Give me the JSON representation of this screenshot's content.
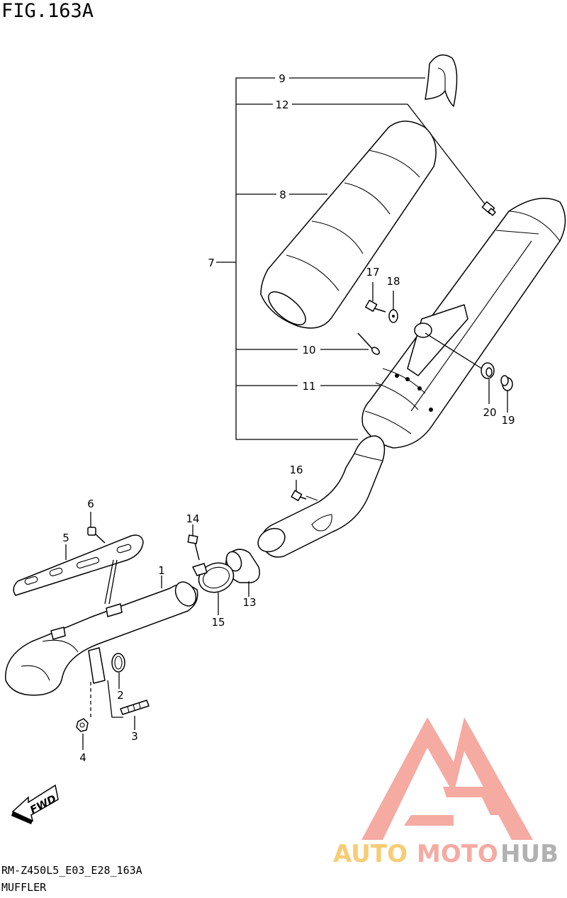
{
  "figure": {
    "title": "FIG.163A",
    "code": "RM-Z450L5_E03_E28_163A",
    "name": "MUFFLER"
  },
  "callouts": {
    "p1": "1",
    "p2": "2",
    "p3": "3",
    "p4": "4",
    "p5": "5",
    "p6": "6",
    "p7": "7",
    "p8": "8",
    "p9": "9",
    "p10": "10",
    "p11": "11",
    "p12": "12",
    "p13": "13",
    "p14": "14",
    "p15": "15",
    "p16": "16",
    "p17": "17",
    "p18": "18",
    "p19": "19",
    "p20": "20"
  },
  "fwd_label": "FWD",
  "watermark": {
    "word_auto": "AUTO",
    "word_moto": "MOTO",
    "word_hub": "HUB",
    "colors": {
      "auto": "#f7c766",
      "moto": "#f4a199",
      "hub": "#a9a9a9",
      "mark": "#f4a199"
    }
  }
}
